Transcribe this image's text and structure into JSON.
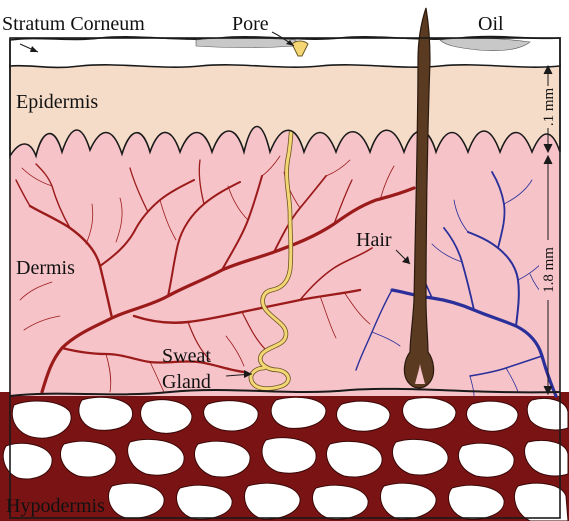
{
  "labels": {
    "stratum_corneum": "Stratum Corneum",
    "pore": "Pore",
    "oil": "Oil",
    "epidermis": "Epidermis",
    "dermis": "Dermis",
    "hair": "Hair",
    "sweat": "Sweat",
    "gland": "Gland",
    "hypodermis": "Hypodermis"
  },
  "measurements": {
    "epidermis_thickness": ".1 mm",
    "dermis_thickness": "1.8 mm"
  },
  "colors": {
    "stratum_corneum": "#ffffff",
    "oil": "#c8c8c8",
    "epidermis": "#f5dcc8",
    "dermis": "#f6c3c9",
    "hypodermis": "#7a1414",
    "fat_cells": "#ffffff",
    "artery": "#9b1b1b",
    "vein": "#2a2f9a",
    "hair": "#5b3a22",
    "sweat_gland": "#f4d774",
    "outline": "#1a1a1a"
  }
}
